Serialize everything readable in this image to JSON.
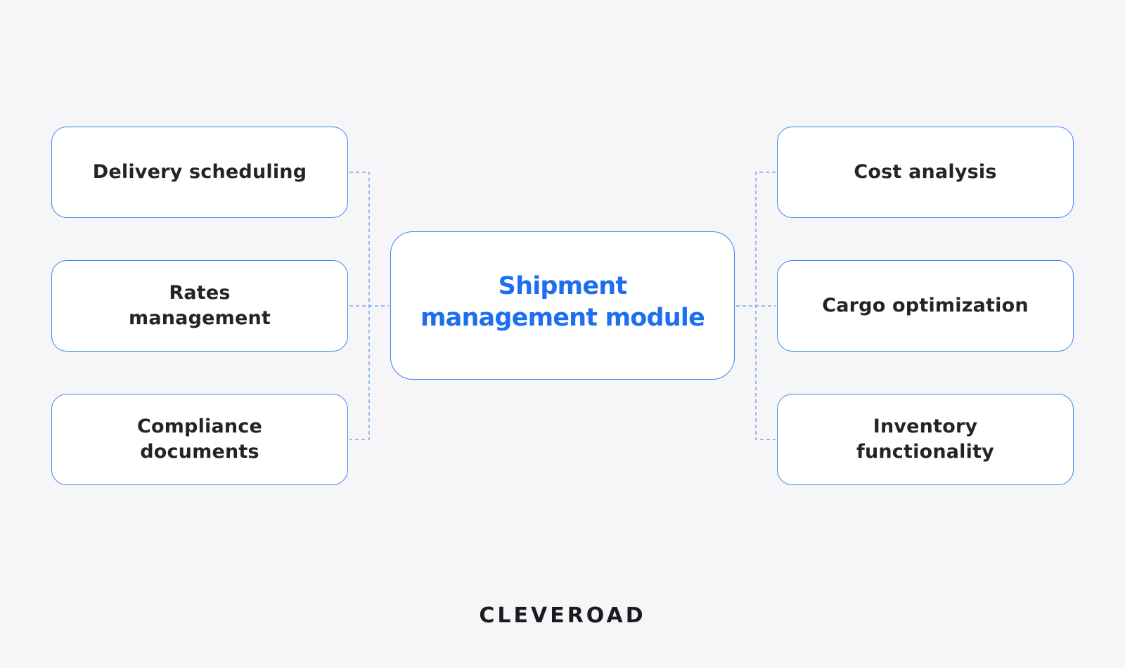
{
  "diagram": {
    "center": {
      "label": "Shipment\nmanagement module"
    },
    "left_items": [
      {
        "label": "Delivery scheduling"
      },
      {
        "label": "Rates\nmanagement"
      },
      {
        "label": "Compliance\ndocuments"
      }
    ],
    "right_items": [
      {
        "label": "Cost analysis"
      },
      {
        "label": "Cargo optimization"
      },
      {
        "label": "Inventory\nfunctionality"
      }
    ],
    "colors": {
      "accent": "#1e6ef2",
      "border": "#3b82f6",
      "connector": "#7aa7e6",
      "background": "#f6f6f8",
      "text": "#222428"
    }
  },
  "brand": {
    "logo_text": "CLEVEROAD"
  }
}
